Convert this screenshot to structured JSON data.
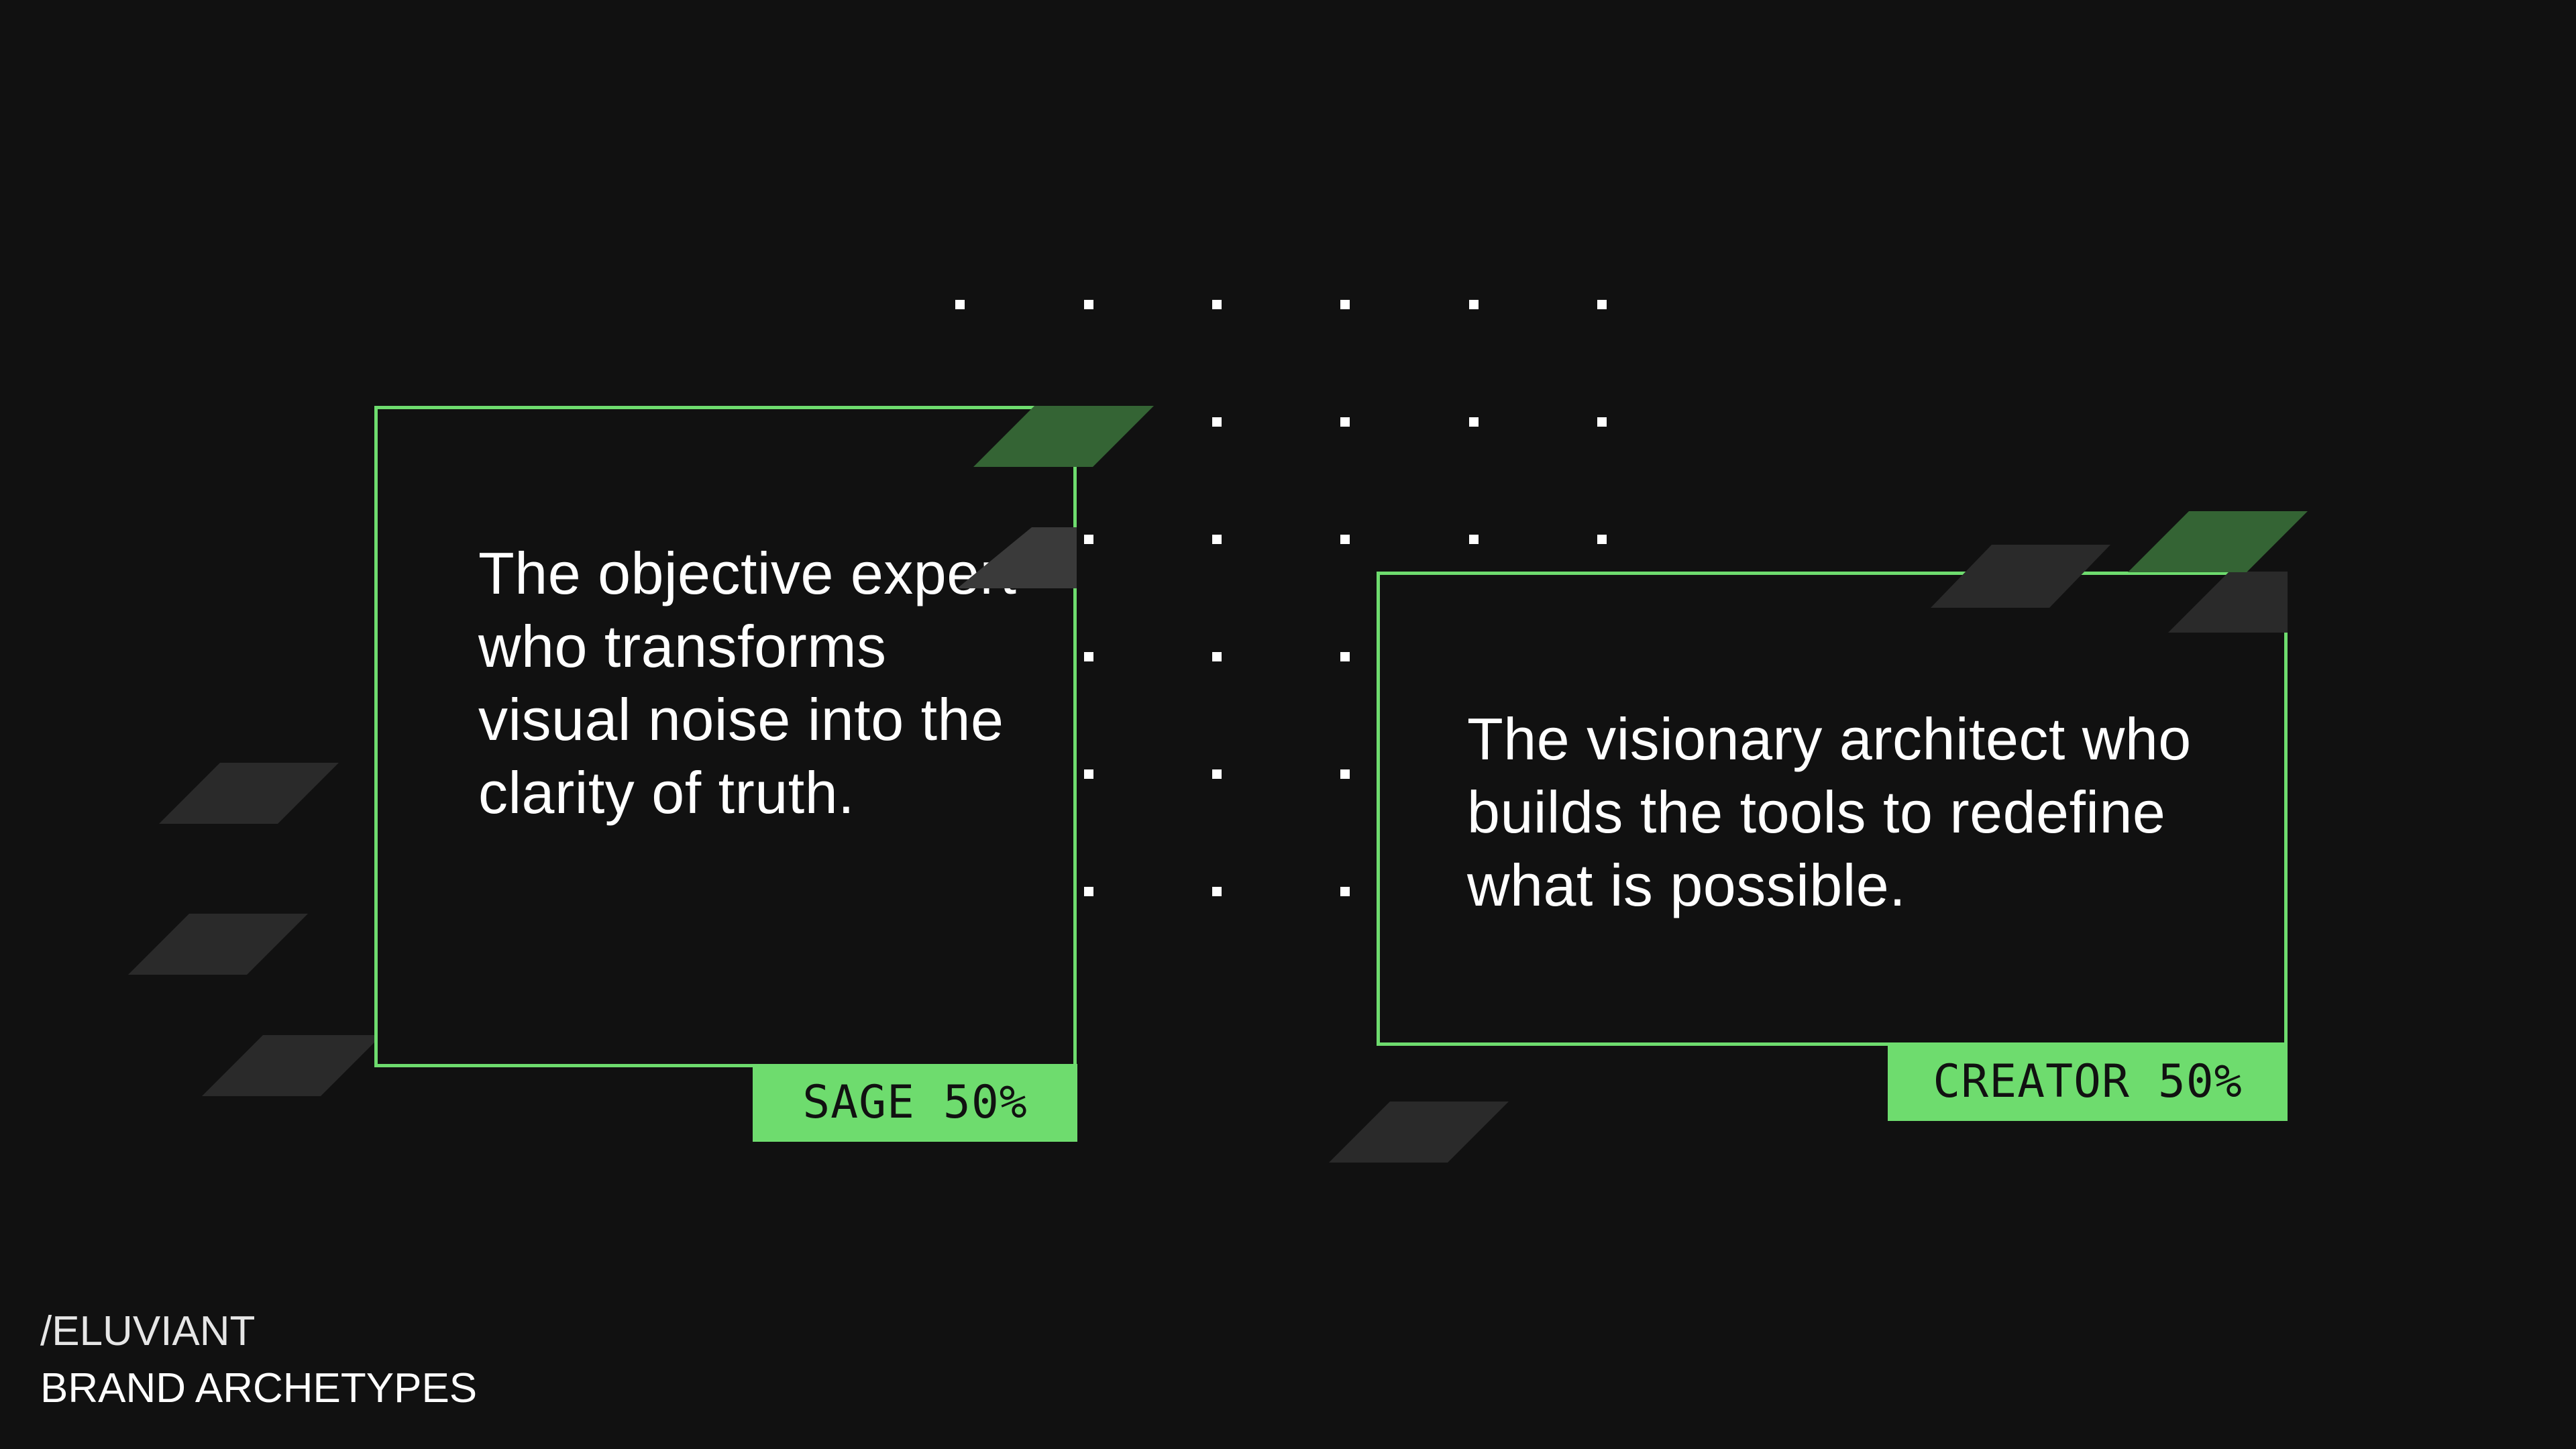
{
  "cards": [
    {
      "text": "The objective expert who transforms visual noise into the clarity of truth.",
      "tag": "SAGE 50%"
    },
    {
      "text": "The visionary architect who builds the tools to redefine what is possible.",
      "tag": "CREATOR 50%"
    }
  ],
  "footer": {
    "brand": "/ELUVIANT",
    "title": "BRAND ARCHETYPES"
  },
  "colors": {
    "background": "#111111",
    "accent_green": "#6edc6e",
    "dark_green": "#346434",
    "gray_shape": "#2a2a2a",
    "text": "#ffffff"
  }
}
